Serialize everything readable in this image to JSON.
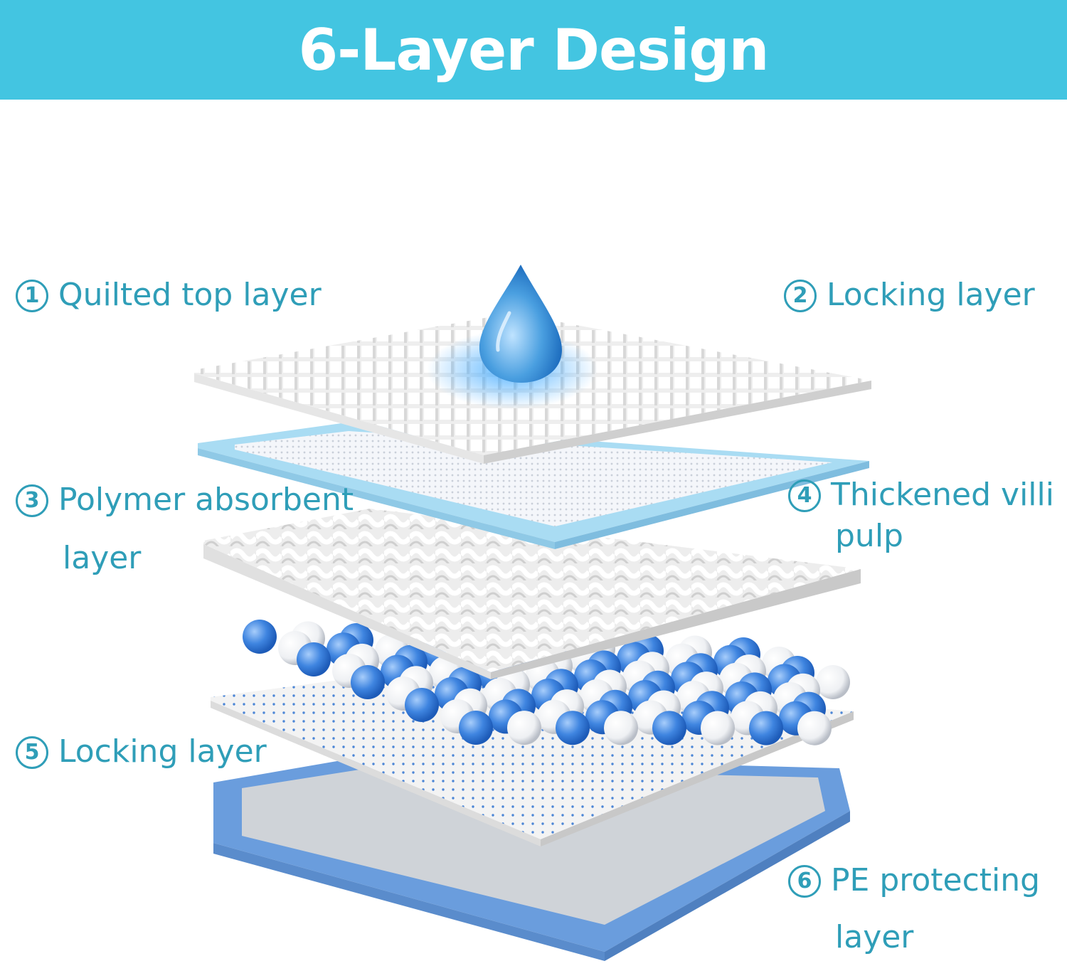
{
  "header": {
    "title": "6-Layer Design"
  },
  "layers": [
    {
      "number": "1",
      "lines": [
        "Quilted top layer"
      ]
    },
    {
      "number": "2",
      "lines": [
        "Locking layer"
      ]
    },
    {
      "number": "3",
      "lines": [
        "Polymer absorbent",
        "layer"
      ]
    },
    {
      "number": "4",
      "lines": [
        "Thickened villi",
        "pulp"
      ]
    },
    {
      "number": "5",
      "lines": [
        "Locking layer"
      ]
    },
    {
      "number": "6",
      "lines": [
        "PE protecting",
        "layer"
      ]
    }
  ],
  "colors": {
    "banner": "#43c5e1",
    "label_text": "#2f9eb8",
    "water_drop": "#4a9fe0",
    "sheet_white": "#f1f1f1",
    "absorbent_edge": "#a9dcf3",
    "ball_blue": "#3f85e0",
    "ball_white": "#f7f7f7",
    "base_blue": "#6a9ddd"
  }
}
